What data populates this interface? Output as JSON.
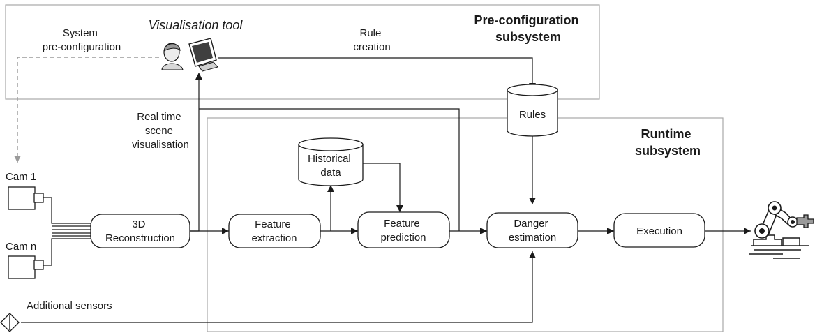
{
  "subsystems": {
    "preconfig_title": [
      "Pre-configuration",
      "subsystem"
    ],
    "runtime_title": [
      "Runtime",
      "subsystem"
    ]
  },
  "visualisation_tool": {
    "label": "Visualisation tool",
    "icon": "operator-workstation-icon"
  },
  "labels": {
    "system_preconfig": [
      "System",
      "pre-configuration"
    ],
    "rule_creation": [
      "Rule",
      "creation"
    ],
    "realtime_vis": [
      "Real time",
      "scene",
      "visualisation"
    ],
    "additional_sensors": "Additional sensors"
  },
  "cameras": [
    {
      "label": "Cam 1",
      "icon": "camera-icon"
    },
    {
      "label": "Cam n",
      "icon": "camera-icon"
    }
  ],
  "process_blocks": {
    "reconstruction": [
      "3D",
      "Reconstruction"
    ],
    "feature_extraction": [
      "Feature",
      "extraction"
    ],
    "feature_prediction": [
      "Feature",
      "prediction"
    ],
    "danger_estimation": [
      "Danger",
      "estimation"
    ],
    "execution": [
      "Execution"
    ]
  },
  "databases": {
    "rules": [
      "Rules"
    ],
    "historical": [
      "Historical",
      "data"
    ]
  },
  "icons": {
    "robot": "industrial-robot-arm-icon",
    "sensor": "sensor-diamond-icon"
  },
  "colors": {
    "ink": "#1a1a1a",
    "frame": "#a8a8a8",
    "dashed_connector": "#9a9a9a"
  }
}
